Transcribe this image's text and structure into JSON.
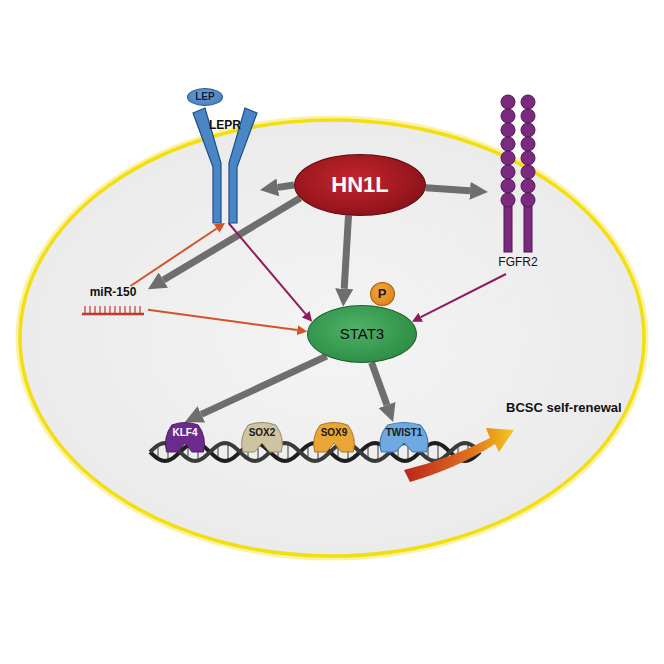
{
  "diagram": {
    "nodes": [
      {
        "text": [
          "LEP"
        ]
      },
      {
        "text": [
          "LEPR"
        ]
      },
      {
        "text": [
          "HN1L"
        ]
      },
      {
        "text": [
          "FGFR2"
        ]
      },
      {
        "text": [
          "miR-150"
        ]
      },
      {
        "text": [
          "P"
        ]
      },
      {
        "text": [
          "STAT3"
        ]
      },
      {
        "text": [
          "KLF4"
        ]
      },
      {
        "text": [
          "SOX2"
        ]
      },
      {
        "text": [
          "SOX9"
        ]
      },
      {
        "text": [
          "TWIST1"
        ]
      }
    ],
    "edges": [
      {
        "from": 2,
        "to": 1,
        "arrow": "to"
      },
      {
        "from": 2,
        "to": 3,
        "arrow": "to"
      },
      {
        "from": 2,
        "to": 6,
        "arrow": "to"
      },
      {
        "from": 2,
        "to": 4,
        "arrow": "to"
      },
      {
        "from": 4,
        "to": 1,
        "arrow": "to"
      },
      {
        "from": 4,
        "to": 6,
        "arrow": "to"
      },
      {
        "from": 1,
        "to": 6,
        "arrow": "to"
      },
      {
        "from": 3,
        "to": 6,
        "arrow": "to"
      },
      {
        "from": 6,
        "to": 7,
        "arrow": "to"
      },
      {
        "from": 6,
        "to": 10,
        "arrow": "to"
      }
    ],
    "labels": [
      "BCSC  self-renewal"
    ]
  }
}
